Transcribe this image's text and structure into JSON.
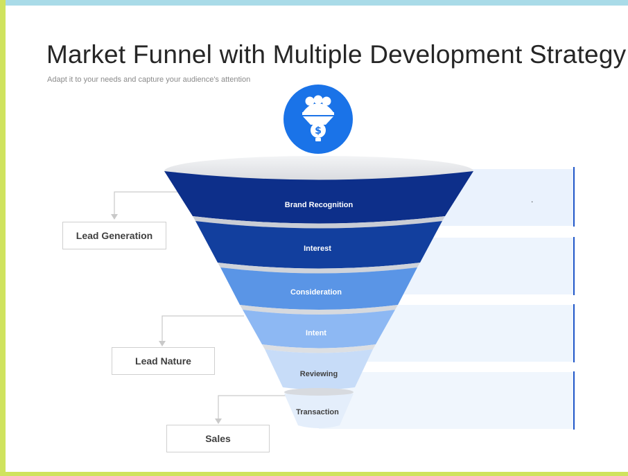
{
  "title": "Market Funnel with Multiple Development Strategy",
  "subtitle": "Adapt it to your needs and capture your audience's attention",
  "icon": "funnel-people-dollar-icon",
  "colors": {
    "accent_blue": "#1a73e8",
    "stage_1": "#0d2f8a",
    "stage_2": "#123f9e",
    "stage_3": "#5a95e6",
    "stage_4": "#8db8f3",
    "stage_5": "#c7dcf8",
    "stage_6": "#e4eefb"
  },
  "funnel": {
    "stages": [
      {
        "label": "Brand Recognition"
      },
      {
        "label": "Interest"
      },
      {
        "label": "Consideration"
      },
      {
        "label": "Intent"
      },
      {
        "label": "Reviewing"
      },
      {
        "label": "Transaction"
      }
    ]
  },
  "groups": [
    {
      "label": "Lead Generation"
    },
    {
      "label": "Lead Nature"
    },
    {
      "label": "Sales"
    }
  ],
  "panel_dot": "."
}
